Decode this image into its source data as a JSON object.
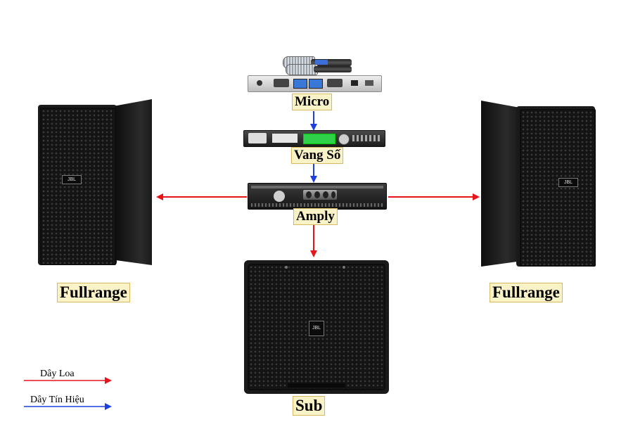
{
  "devices": {
    "micro": {
      "label": "Micro"
    },
    "mixer": {
      "label": "Vang Số"
    },
    "amp": {
      "label": "Amply"
    },
    "left_speaker": {
      "label": "Fullrange"
    },
    "right_speaker": {
      "label": "Fullrange"
    },
    "subwoofer": {
      "label": "Sub"
    }
  },
  "legend": {
    "speaker_cable": {
      "label": "Dây Loa",
      "color": "#e8141b"
    },
    "signal_cable": {
      "label": "Dây Tín Hiệu",
      "color": "#1f3fe0"
    }
  },
  "brand": "JBL"
}
